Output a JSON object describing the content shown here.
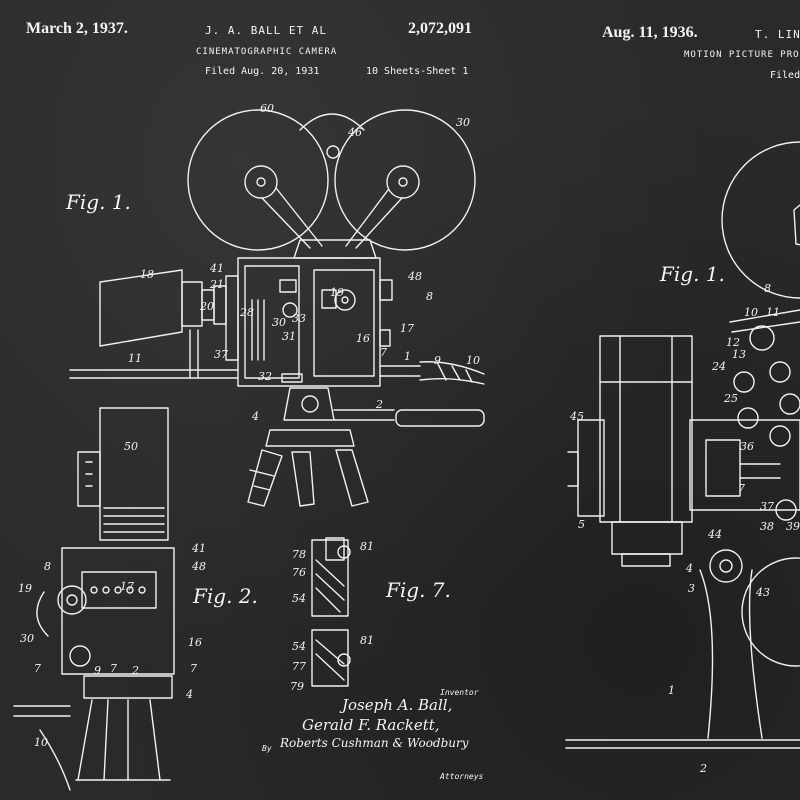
{
  "left_patent": {
    "date": "March 2, 1937.",
    "inventor_line": "J. A. BALL ET AL",
    "number": "2,072,091",
    "title": "CINEMATOGRAPHIC CAMERA",
    "filed": "Filed Aug. 20, 1931",
    "sheet": "10 Sheets-Sheet 1",
    "figures": [
      "Fig. 1.",
      "Fig. 2.",
      "Fig. 7."
    ],
    "inventor_label": "Inventor",
    "inventors": [
      "Joseph A. Ball,",
      "Gerald F. Rackett,"
    ],
    "attorney_by": "By",
    "attorney_sig": "Roberts Cushman & Woodbury",
    "attorneys_label": "Attorneys"
  },
  "right_patent": {
    "date": "Aug. 11, 1936.",
    "inventor_line": "T. LIN",
    "title": "MOTION PICTURE PROJEC",
    "filed": "Filed",
    "figures": [
      "Fig. 1."
    ]
  },
  "reference_numbers": {
    "fig1": [
      "60",
      "46",
      "30",
      "18",
      "41",
      "21",
      "20",
      "28",
      "30",
      "33",
      "31",
      "19",
      "16",
      "48",
      "8",
      "17",
      "37",
      "11",
      "32",
      "7",
      "1",
      "9",
      "10",
      "2",
      "4"
    ],
    "fig2": [
      "50",
      "41",
      "48",
      "8",
      "17",
      "19",
      "30",
      "7",
      "9",
      "7",
      "2",
      "7",
      "16",
      "4",
      "10"
    ],
    "fig7": [
      "78",
      "81",
      "76",
      "54",
      "54",
      "81",
      "77",
      "79"
    ],
    "projector": [
      "8",
      "10",
      "11",
      "12",
      "13",
      "24",
      "25",
      "45",
      "36",
      "37",
      "38",
      "39",
      "5",
      "44",
      "4",
      "3",
      "43",
      "1",
      "2",
      "7"
    ]
  },
  "colors": {
    "background": "#2a2a2a",
    "line": "#f1f1f1"
  }
}
